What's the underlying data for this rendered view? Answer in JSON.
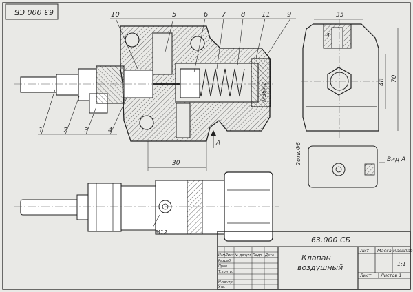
{
  "stamp": {
    "code": "63.000 СБ",
    "corner_code": "63.000 СБ"
  },
  "title_block": {
    "name_line1": "Клапан",
    "name_line2": "воздушный",
    "col_lit": "Лит",
    "col_mass": "Масса",
    "col_scale": "Масштаб",
    "scale": "1:1",
    "sheet": "Лист",
    "sheets": "Листов 1",
    "row_labels": [
      "Изм",
      "Лист",
      "№ докум",
      "Подп",
      "Дата"
    ],
    "people": [
      "Разраб.",
      "Пров.",
      "Т.контр.",
      "",
      "Н.контр.",
      "Утв."
    ]
  },
  "callouts": [
    "1",
    "2",
    "3",
    "4",
    "5",
    "6",
    "7",
    "8",
    "9",
    "10",
    "11"
  ],
  "dims": {
    "d30": "30",
    "d35": "35",
    "d48": "48",
    "d70": "70",
    "d4": "4",
    "thread_m36": "М36×2",
    "holes": "2отв.Ф6",
    "m12": "М12",
    "view_a": "Вид А",
    "arrow_a": "А"
  }
}
